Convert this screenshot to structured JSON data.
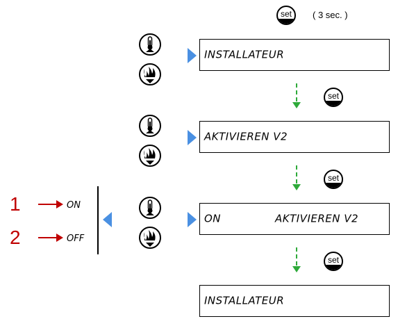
{
  "header": {
    "set_label": "set",
    "hold_text": "( 3 sec. )"
  },
  "set_label": "set",
  "screens": [
    {
      "left": "INSTALLATEUR",
      "right": ""
    },
    {
      "left": "AKTIVIEREN V2",
      "right": ""
    },
    {
      "left": "ON",
      "right": "AKTIVIEREN V2"
    },
    {
      "left": "INSTALLATEUR",
      "right": ""
    }
  ],
  "options": [
    {
      "number": "1",
      "label": "ON"
    },
    {
      "number": "2",
      "label": "OFF"
    }
  ],
  "icons": {
    "up": "thermometer-up-icon",
    "down": "flame-down-icon"
  },
  "colors": {
    "blue": "#4a90e2",
    "green": "#2eaa3a",
    "red": "#c00000"
  }
}
